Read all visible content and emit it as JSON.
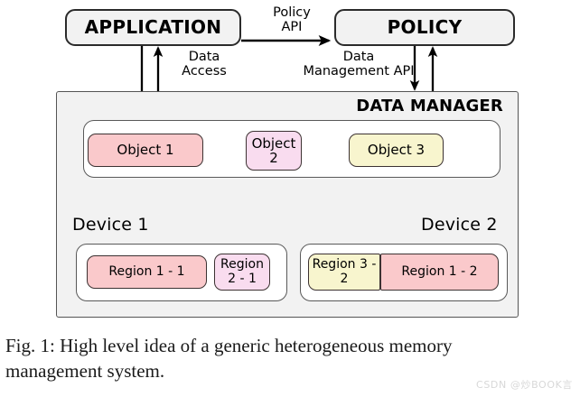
{
  "figure": {
    "actors": {
      "application": "APPLICATION",
      "policy": "POLICY"
    },
    "data_manager": {
      "title": "DATA MANAGER",
      "objects": [
        {
          "id": "obj-1",
          "label": "Object 1",
          "color": "#fac9cb"
        },
        {
          "id": "obj-2",
          "label": "Object\n2",
          "color": "#f9dcef"
        },
        {
          "id": "obj-3",
          "label": "Object 3",
          "color": "#f8f5ce"
        }
      ]
    },
    "devices": [
      {
        "id": "device-1",
        "label": "Device 1",
        "regions": [
          {
            "id": "region-1-1",
            "label": "Region 1 - 1",
            "color": "#fac9cb"
          },
          {
            "id": "region-2-1",
            "label": "Region\n2 - 1",
            "color": "#f9dcef"
          }
        ]
      },
      {
        "id": "device-2",
        "label": "Device 2",
        "regions": [
          {
            "id": "region-3-2",
            "label": "Region\n3 - 2",
            "color": "#f8f5ce"
          },
          {
            "id": "region-1-2",
            "label": "Region 1 - 2",
            "color": "#fac9cb"
          }
        ]
      }
    ],
    "edge_labels": {
      "policy_api": "Policy\nAPI",
      "data_access": "Data\nAccess",
      "data_management_api": "Data\nManagement API"
    },
    "colors": {
      "box_fill": "#f2f2f2",
      "panel_fill": "#ffffff",
      "stroke": "#2b2b2b",
      "pink": "#fac9cb",
      "magenta": "#f9dcef",
      "yellow": "#f8f5ce"
    }
  },
  "caption": {
    "line1": "Fig. 1: High level idea of a generic heterogeneous memory",
    "line2": "management system."
  },
  "watermark": "CSDN @炒BOOK言"
}
